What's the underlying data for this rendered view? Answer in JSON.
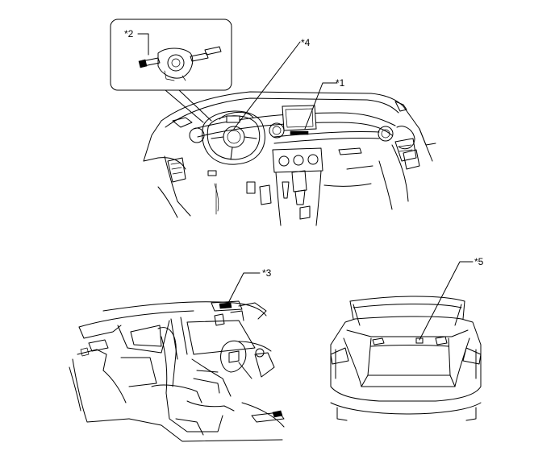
{
  "callouts": {
    "c1": "*1",
    "c2": "*2",
    "c3": "*3",
    "c4": "*4",
    "c5": "*5"
  }
}
